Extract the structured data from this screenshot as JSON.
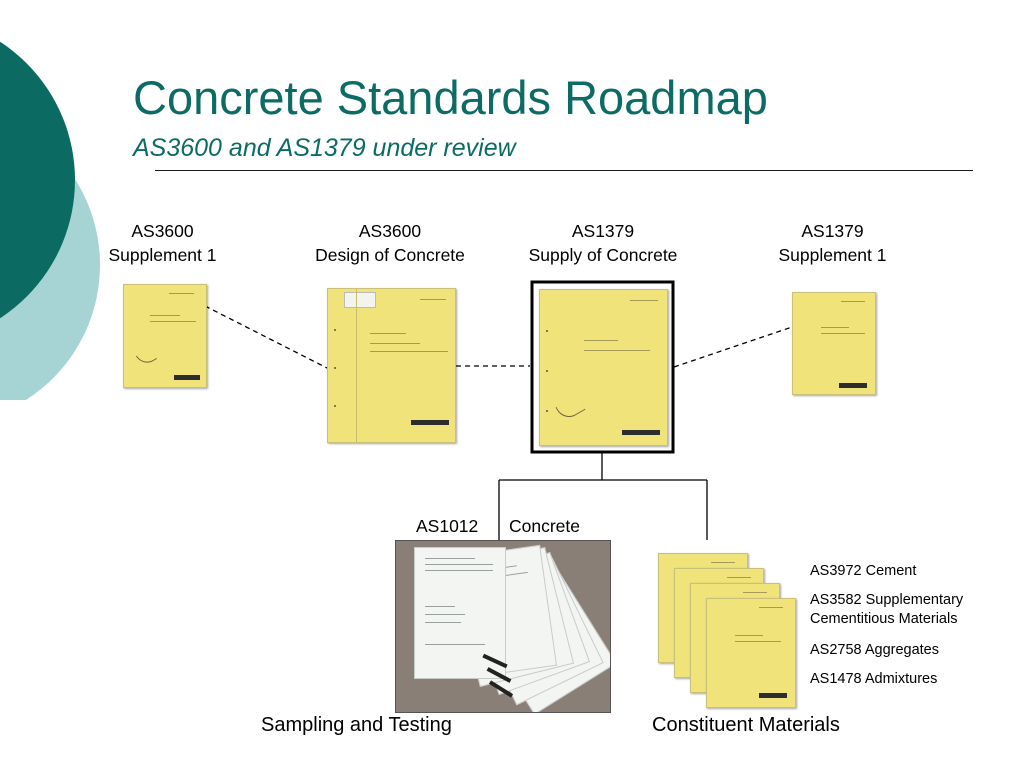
{
  "header": {
    "title": "Concrete Standards Roadmap",
    "subtitle": "AS3600 and AS1379 under review"
  },
  "documents": {
    "as3600_supp": {
      "code": "AS3600",
      "name": "Supplement 1"
    },
    "as3600": {
      "code": "AS3600",
      "name": "Design of Concrete"
    },
    "as1379": {
      "code": "AS1379",
      "name": "Supply of Concrete"
    },
    "as1379_supp": {
      "code": "AS1379",
      "name": "Supplement 1"
    }
  },
  "branches": {
    "as1012_code": "AS1012",
    "as1012_name": "Concrete",
    "sampling_caption": "Sampling and Testing",
    "constituents_caption": "Constituent Materials",
    "materials": [
      "AS3972 Cement",
      "AS3582 Supplementary",
      "Cementitious Materials",
      "AS2758 Aggregates",
      "AS1478 Admixtures"
    ]
  },
  "colors": {
    "title_teal": "#0c6b64",
    "deco_dark_teal": "#0b6a62",
    "deco_light_teal": "#a6d3d4",
    "document_yellow": "#efe37a"
  }
}
